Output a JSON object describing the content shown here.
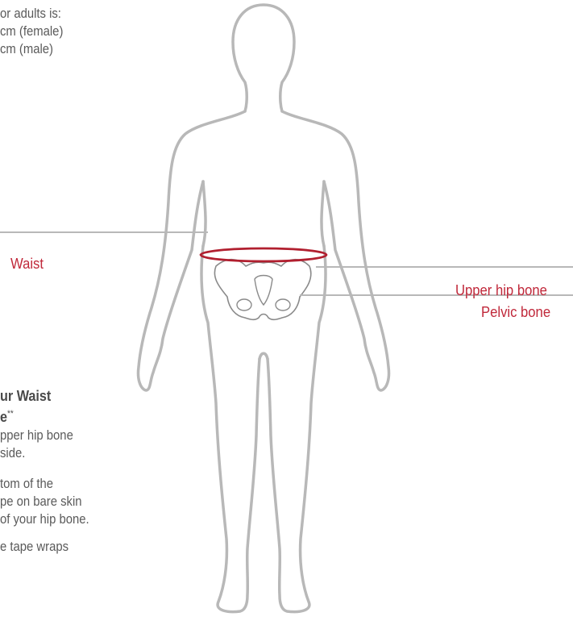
{
  "intro": {
    "line1": "or adults is:",
    "line2": "cm (female)",
    "line3": "cm (male)"
  },
  "labels": {
    "waist": "Waist",
    "upper_hip_bone": "Upper hip bone",
    "pelvic_bone": "Pelvic bone"
  },
  "instructions": {
    "heading_line1": "ur Waist",
    "heading_line2": "e",
    "heading_sup": "**",
    "step1_line1": "pper hip bone",
    "step1_line2": "side.",
    "step2_line1": "tom of the",
    "step2_line2": "pe on bare skin",
    "step2_line3": "of your hip bone.",
    "step3_line1": "e tape wraps"
  },
  "colors": {
    "accent": "#c0283a",
    "outline": "#b8b8b8",
    "text": "#5a5a5a"
  }
}
